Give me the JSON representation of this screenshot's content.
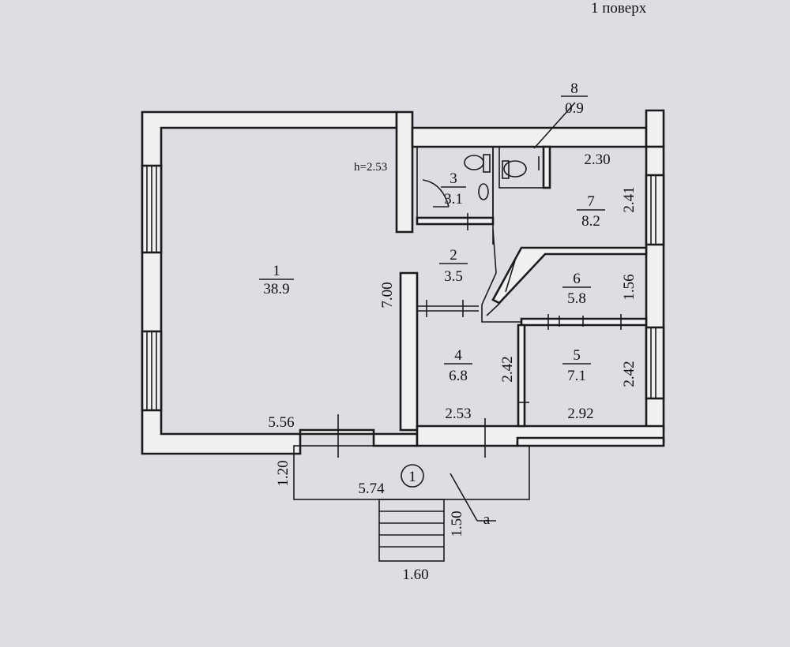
{
  "floor_label": "1 поверх",
  "ceiling_height": "h=2.53",
  "rooms": [
    {
      "number": "1",
      "area": "38.9"
    },
    {
      "number": "2",
      "area": "3.5"
    },
    {
      "number": "3",
      "area": "3.1"
    },
    {
      "number": "4",
      "area": "6.8"
    },
    {
      "number": "5",
      "area": "7.1"
    },
    {
      "number": "6",
      "area": "5.8"
    },
    {
      "number": "7",
      "area": "8.2"
    },
    {
      "number": "8",
      "area": "0.9"
    }
  ],
  "dimensions": {
    "room1_width": "5.56",
    "room1_height": "7.00",
    "room7_width": "2.30",
    "room7_height": "2.41",
    "room6_height": "1.56",
    "room5_height": "2.42",
    "room5_width": "2.92",
    "room4_height": "2.42",
    "room4_width": "2.53",
    "porch_width": "5.74",
    "porch_depth": "1.20",
    "stairs_depth": "1.50",
    "stairs_width": "1.60"
  },
  "porch_marker": "1",
  "stairs_letter": "a"
}
